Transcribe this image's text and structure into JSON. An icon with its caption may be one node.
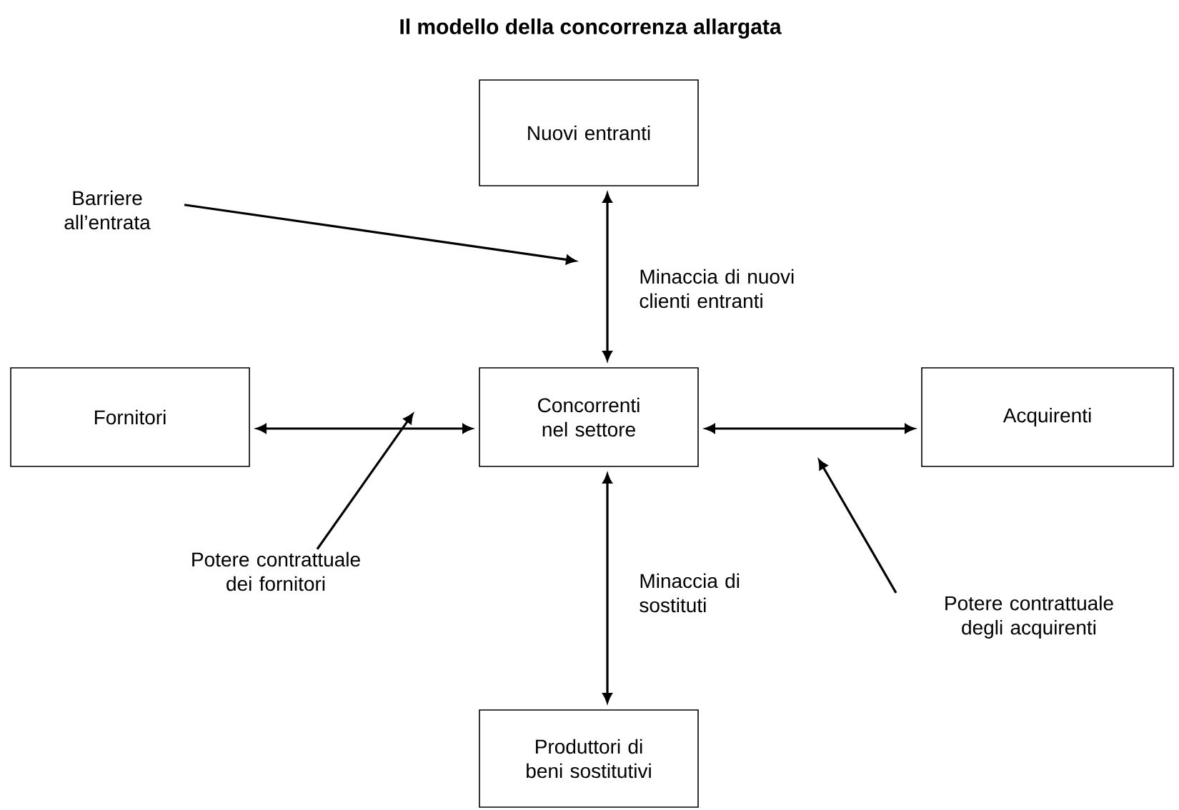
{
  "diagram": {
    "title": "Il modello della concorrenza allargata",
    "nodes": [
      {
        "text": [
          "Nuovi entranti"
        ]
      },
      {
        "text": [
          "Barriere all’entrata"
        ]
      },
      {
        "text": [
          "Fornitori"
        ]
      },
      {
        "text": [
          "Concorrenti nel settore"
        ]
      },
      {
        "text": [
          "Acquirenti"
        ]
      },
      {
        "text": [
          "Potere contrattuale dei fornitori"
        ]
      },
      {
        "text": [
          "Potere contrattuale degli acquirenti"
        ]
      },
      {
        "text": [
          "Produttori di beni sostitutivi"
        ]
      }
    ],
    "edges": [
      {
        "from": 0,
        "to": 3,
        "arrow": "both",
        "label": "Minaccia di nuovi clienti entranti"
      },
      {
        "from": 2,
        "to": 3,
        "arrow": "both"
      },
      {
        "from": 3,
        "to": 4,
        "arrow": "both"
      },
      {
        "from": 3,
        "to": 7,
        "arrow": "both",
        "label": "Minaccia di sostituti"
      },
      {
        "from": 1,
        "to": null,
        "arrow": "to"
      },
      {
        "from": 5,
        "to": null,
        "arrow": "to"
      },
      {
        "from": 6,
        "to": null,
        "arrow": "to"
      }
    ]
  }
}
